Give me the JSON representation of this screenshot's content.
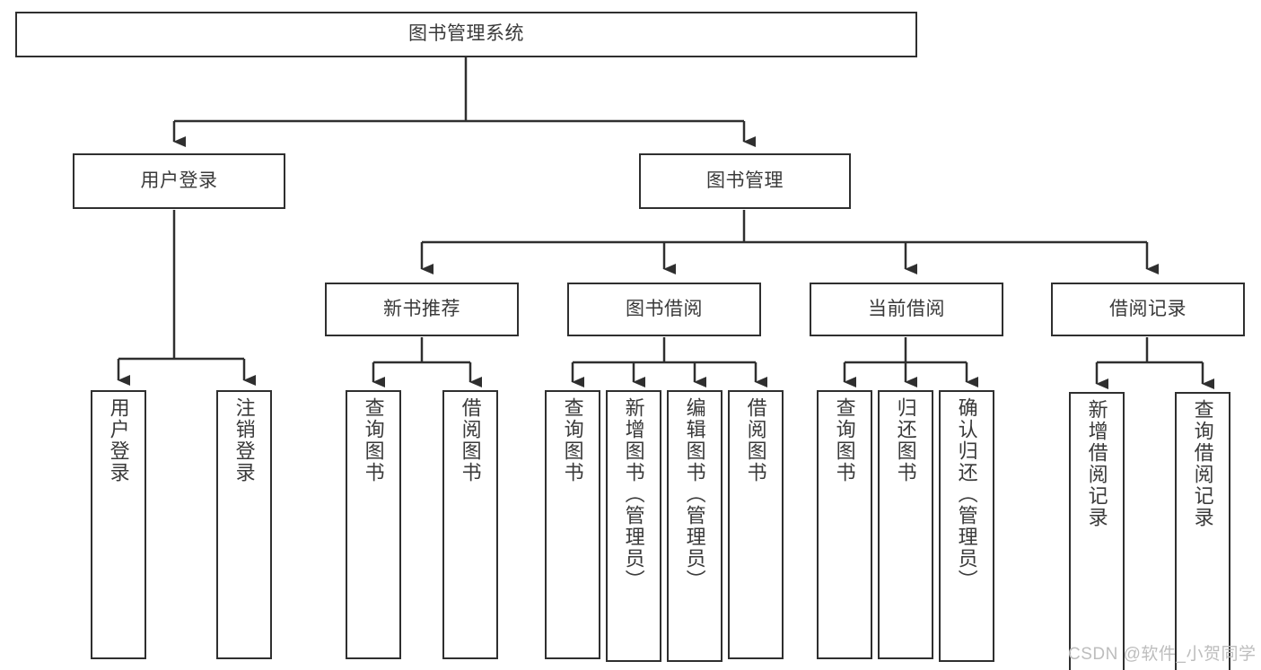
{
  "diagram": {
    "title": "图书管理系统",
    "type": "功能结构图",
    "colors": {
      "box_border": "#2f2f2f",
      "box_fill": "#ffffff",
      "line": "#2f2f2f",
      "text": "#3a3a3a",
      "watermark": "#bdbdbd",
      "background": "#ffffff"
    },
    "root": {
      "label": "图书管理系统"
    },
    "level2": [
      {
        "label": "用户登录"
      },
      {
        "label": "图书管理"
      }
    ],
    "level3": [
      {
        "label": "新书推荐"
      },
      {
        "label": "图书借阅"
      },
      {
        "label": "当前借阅"
      },
      {
        "label": "借阅记录"
      }
    ],
    "leaves": {
      "user_login": [
        {
          "label": "用户登录"
        },
        {
          "label": "注销登录"
        }
      ],
      "new_book_recommend": [
        {
          "label": "查询图书"
        },
        {
          "label": "借阅图书"
        }
      ],
      "book_borrow": [
        {
          "label": "查询图书"
        },
        {
          "label": "新增图书（管理员）"
        },
        {
          "label": "编辑图书（管理员）"
        },
        {
          "label": "借阅图书"
        }
      ],
      "current_borrow": [
        {
          "label": "查询图书"
        },
        {
          "label": "归还图书"
        },
        {
          "label": "确认归还（管理员）"
        }
      ],
      "borrow_record": [
        {
          "label": "新增借阅记录"
        },
        {
          "label": "查询借阅记录"
        }
      ]
    }
  },
  "watermark": {
    "text": "CSDN @软件_小贺同学"
  }
}
